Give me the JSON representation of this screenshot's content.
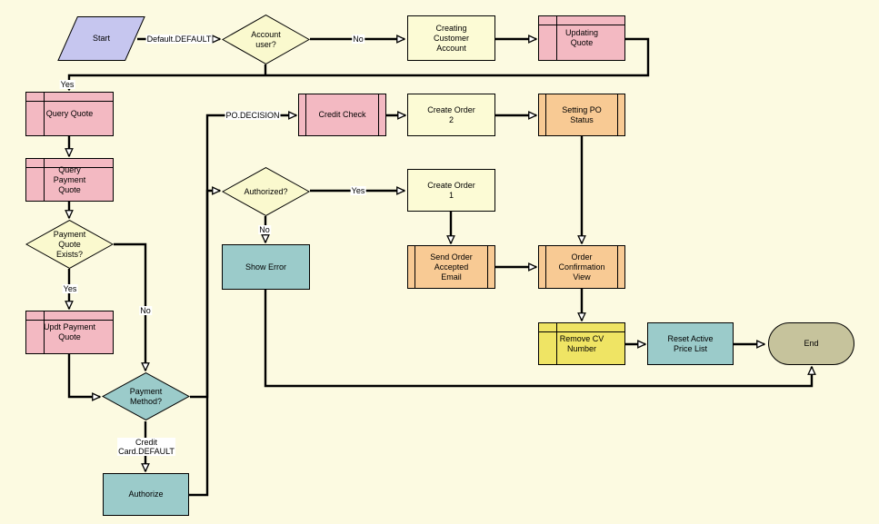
{
  "colors": {
    "canvas_background": "#FCFAE1",
    "connector": "#000000",
    "edge_label_background": "#FFFFFF",
    "start_fill": "#C6C6EF",
    "decision_yellow_fill": "#FAF9CE",
    "task_yellow_fill": "#FCFBD5",
    "subprocess_pink_fill": "#F3B9C2",
    "subprocess_orange_fill": "#F8CA94",
    "teal_fill": "#9BCBCA",
    "subprocess_yellow_fill": "#EFE464",
    "end_fill": "#C6C39C"
  },
  "nodes": {
    "start": {
      "label": "Start",
      "type": "start-parallelogram",
      "color": "#C6C6EF"
    },
    "account_user": {
      "label": "Account\nuser?",
      "type": "decision",
      "color": "#FAF9CE"
    },
    "creating_customer_account": {
      "label": "Creating\nCustomer\nAccount",
      "type": "task",
      "color": "#FCFBD5"
    },
    "updating_quote": {
      "label": "Updating\nQuote",
      "type": "subprocess-grid",
      "color": "#F3B9C2"
    },
    "query_quote": {
      "label": "Query Quote",
      "type": "subprocess-grid",
      "color": "#F3B9C2"
    },
    "query_payment_quote": {
      "label": "Query\nPayment\nQuote",
      "type": "subprocess-grid",
      "color": "#F3B9C2"
    },
    "payment_quote_exists": {
      "label": "Payment\nQuote\nExists?",
      "type": "decision",
      "color": "#FAF9CE"
    },
    "updt_payment_quote": {
      "label": "Updt Payment\nQuote",
      "type": "subprocess-grid",
      "color": "#F3B9C2"
    },
    "payment_method": {
      "label": "Payment\nMethod?",
      "type": "decision",
      "color": "#9BCBCA"
    },
    "authorize": {
      "label": "Authorize",
      "type": "task",
      "color": "#9BCBCA"
    },
    "credit_check": {
      "label": "Credit Check",
      "type": "subprocess-bars",
      "color": "#F3B9C2"
    },
    "create_order_2": {
      "label": "Create Order\n2",
      "type": "task",
      "color": "#FCFBD5"
    },
    "setting_po_status": {
      "label": "Setting PO\nStatus",
      "type": "subprocess-bars",
      "color": "#F8CA94"
    },
    "authorized": {
      "label": "Authorized?",
      "type": "decision",
      "color": "#FAF9CE"
    },
    "create_order_1": {
      "label": "Create Order\n1",
      "type": "task",
      "color": "#FCFBD5"
    },
    "show_error": {
      "label": "Show Error",
      "type": "task",
      "color": "#9BCBCA"
    },
    "send_order_accepted_email": {
      "label": "Send Order\nAccepted\nEmail",
      "type": "subprocess-bars",
      "color": "#F8CA94"
    },
    "order_confirmation_view": {
      "label": "Order\nConfirmation\nView",
      "type": "subprocess-bars",
      "color": "#F8CA94"
    },
    "remove_cv_number": {
      "label": "Remove CV\nNumber",
      "type": "subprocess-grid",
      "color": "#EFE464"
    },
    "reset_active_price_list": {
      "label": "Reset Active\nPrice List",
      "type": "task",
      "color": "#9BCBCA"
    },
    "end": {
      "label": "End",
      "type": "end-stadium",
      "color": "#C6C39C"
    }
  },
  "edge_labels": {
    "start_default": "Default.DEFAULT",
    "account_no": "No",
    "account_yes": "Yes",
    "exists_yes": "Yes",
    "exists_no": "No",
    "method_credit_card": "Credit\nCard.DEFAULT",
    "method_po_decision": "PO.DECISION",
    "authorized_yes": "Yes",
    "authorized_no": "No"
  }
}
